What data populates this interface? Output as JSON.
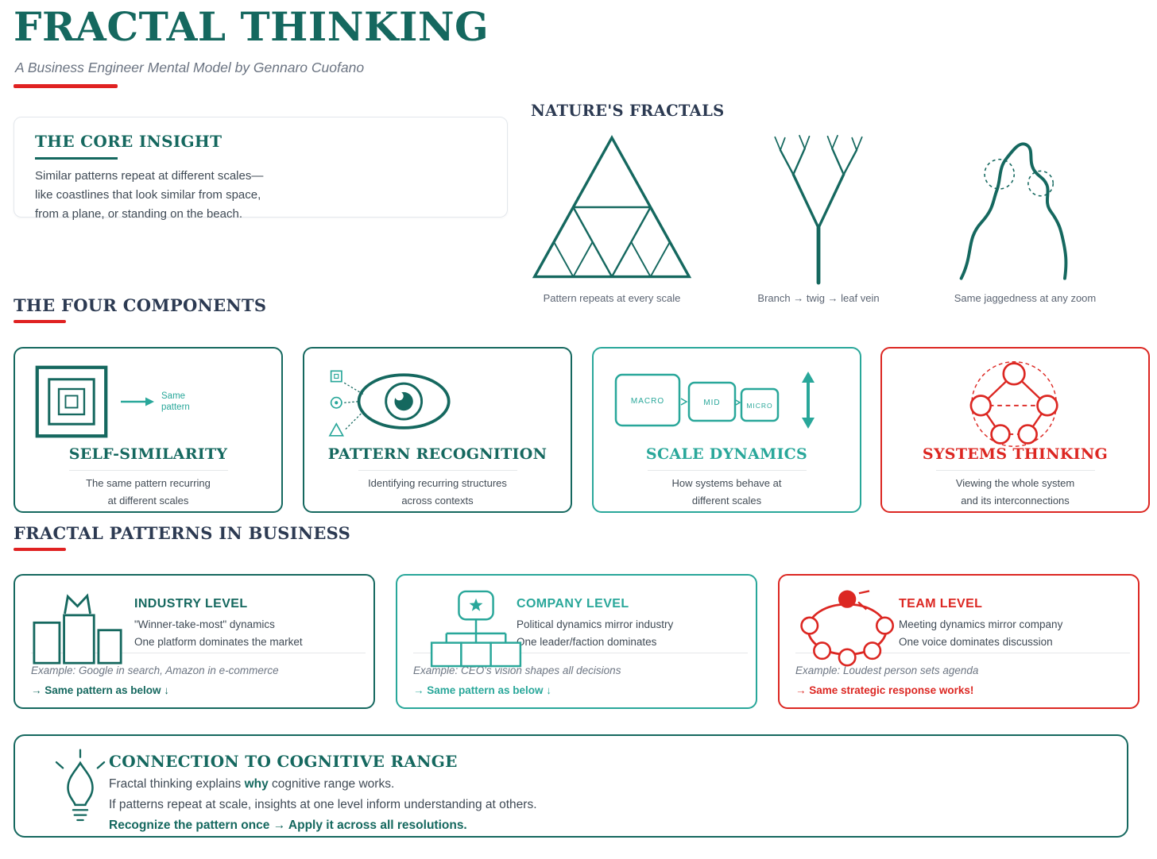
{
  "header": {
    "title": "FRACTAL THINKING",
    "subtitle": "A Business Engineer Mental Model by Gennaro Cuofano"
  },
  "core_insight": {
    "title": "THE CORE INSIGHT",
    "lines": [
      "Similar patterns repeat at different scales—",
      "like coastlines that look similar from space,",
      "from a plane, or standing on the beach."
    ]
  },
  "natures_fractals": {
    "title": "NATURE'S FRACTALS",
    "figures": [
      {
        "icon": "sierpinski-triangle-icon",
        "caption": "Pattern repeats at every scale"
      },
      {
        "icon": "branching-tree-icon",
        "caption": "Branch → twig → leaf vein"
      },
      {
        "icon": "coastline-icon",
        "caption": "Same jaggedness at any zoom"
      }
    ]
  },
  "four_components": {
    "title": "THE FOUR COMPONENTS",
    "cards": [
      {
        "title": "SELF-SIMILARITY",
        "icon": "nested-squares-icon",
        "icon_label_line1": "Same",
        "icon_label_line2": "pattern",
        "lines": [
          "The same pattern recurring",
          "at different scales"
        ]
      },
      {
        "title": "PATTERN RECOGNITION",
        "icon": "eye-icon",
        "lines": [
          "Identifying recurring structures",
          "across contexts"
        ]
      },
      {
        "title": "SCALE DYNAMICS",
        "icon": "scale-boxes-icon",
        "box_labels": [
          "MACRO",
          "MID",
          "MICRO"
        ],
        "lines": [
          "How systems behave at",
          "different scales"
        ]
      },
      {
        "title": "SYSTEMS THINKING",
        "icon": "network-icon",
        "lines": [
          "Viewing the whole system",
          "and its interconnections"
        ]
      }
    ]
  },
  "business": {
    "title": "FRACTAL PATTERNS IN BUSINESS",
    "cards": [
      {
        "title": "INDUSTRY LEVEL",
        "icon": "market-bars-crown-icon",
        "lines": [
          "\"Winner-take-most\" dynamics",
          "One platform dominates the market"
        ],
        "example": "Example: Google in search, Amazon in e-commerce",
        "footer": "→ Same pattern as below ↓"
      },
      {
        "title": "COMPANY LEVEL",
        "icon": "org-chart-star-icon",
        "lines": [
          "Political dynamics mirror industry",
          "One leader/faction dominates"
        ],
        "example": "Example: CEO's vision shapes all decisions",
        "footer": "→ Same pattern as below ↓"
      },
      {
        "title": "TEAM LEVEL",
        "icon": "meeting-table-icon",
        "lines": [
          "Meeting dynamics mirror company",
          "One voice dominates discussion"
        ],
        "example": "Example: Loudest person sets agenda",
        "footer": "→ Same strategic response works!"
      }
    ]
  },
  "cognitive_range": {
    "title": "CONNECTION TO COGNITIVE RANGE",
    "line1_pre": "Fractal thinking explains ",
    "line1_bold": "why",
    "line1_post": " cognitive range works.",
    "line2": "If patterns repeat at scale, insights at one level inform understanding at others.",
    "line3": "Recognize the pattern once → Apply it across all resolutions."
  },
  "colors": {
    "teal": "#15685f",
    "green": "#29a79a",
    "red": "#dc2722",
    "navy": "#2c3a52",
    "heading_underline": "#e02222"
  }
}
